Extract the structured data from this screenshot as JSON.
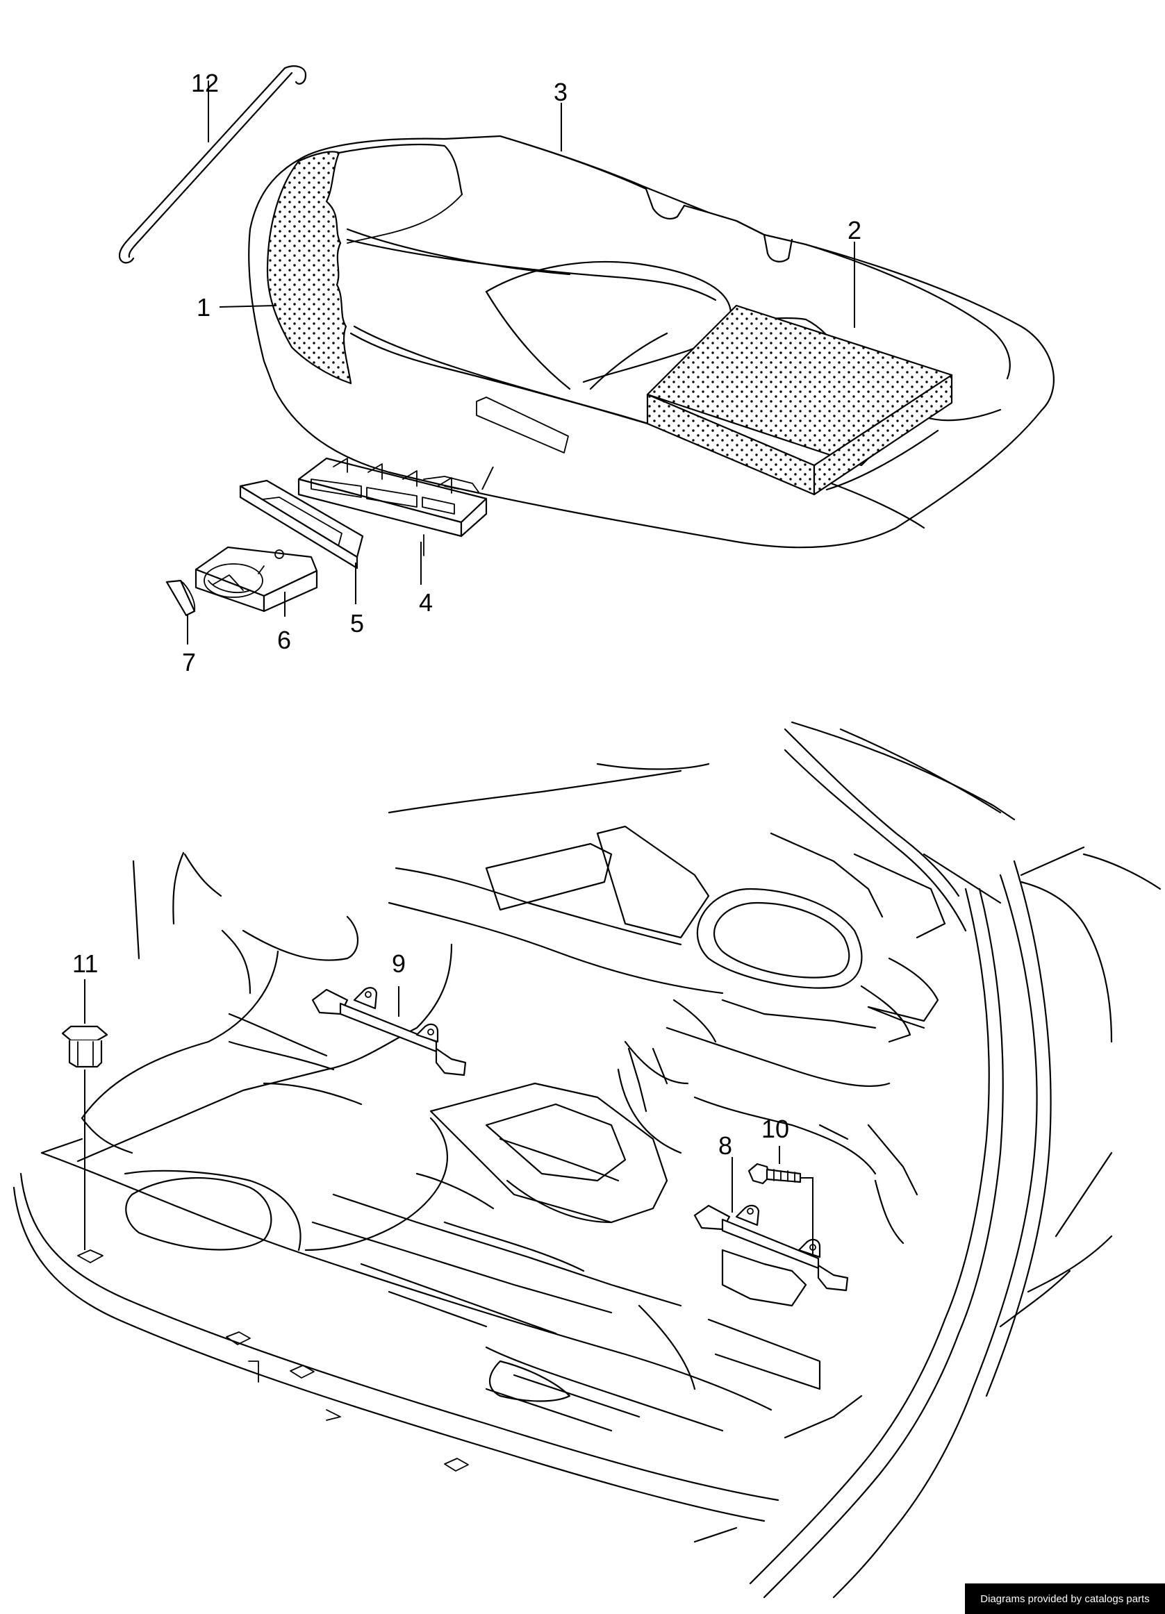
{
  "callouts": [
    {
      "id": "1",
      "label": "1"
    },
    {
      "id": "2",
      "label": "2"
    },
    {
      "id": "3",
      "label": "3"
    },
    {
      "id": "4",
      "label": "4"
    },
    {
      "id": "5",
      "label": "5"
    },
    {
      "id": "6",
      "label": "6"
    },
    {
      "id": "7",
      "label": "7"
    },
    {
      "id": "8",
      "label": "8"
    },
    {
      "id": "9",
      "label": "9"
    },
    {
      "id": "10",
      "label": "10"
    },
    {
      "id": "11",
      "label": "11"
    },
    {
      "id": "12",
      "label": "12"
    }
  ],
  "credit": "Diagrams provided by catalogs parts"
}
